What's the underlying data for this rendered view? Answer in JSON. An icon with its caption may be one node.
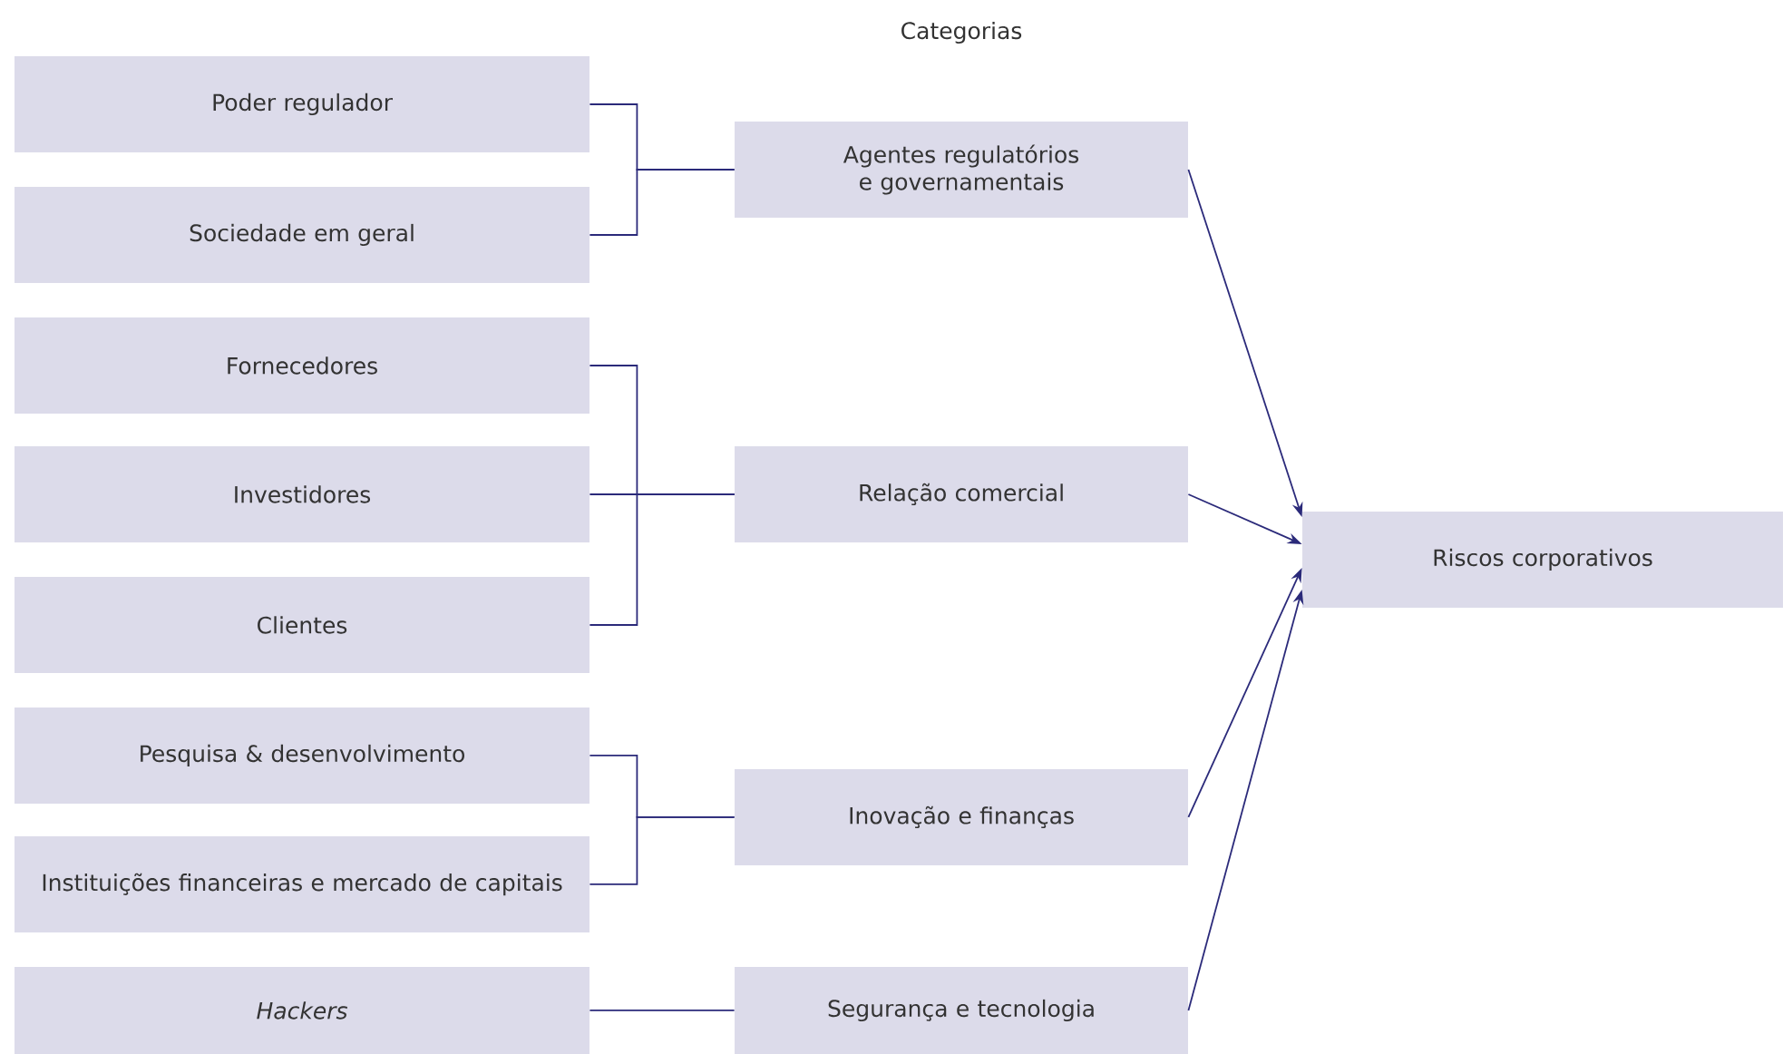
{
  "diagram": {
    "nodes": [
      {
        "text": [
          "Poder regulador"
        ]
      },
      {
        "text": [
          "Sociedade em geral"
        ]
      },
      {
        "text": [
          "Fornecedores"
        ]
      },
      {
        "text": [
          "Investidores"
        ]
      },
      {
        "text": [
          "Clientes"
        ]
      },
      {
        "text": [
          "Pesquisa & desenvolvimento"
        ]
      },
      {
        "text": [
          "Instituições financeiras e mercado de capitais"
        ]
      },
      {
        "text": [
          "Hackers"
        ]
      },
      {
        "text": [
          "Agentes regulatórios e governamentais"
        ]
      },
      {
        "text": [
          "Relação comercial"
        ]
      },
      {
        "text": [
          "Inovação e finanças"
        ]
      },
      {
        "text": [
          "Segurança e tecnologia"
        ]
      },
      {
        "text": [
          "Riscos corporativos"
        ]
      }
    ],
    "edges": [
      {
        "from": 0,
        "to": 8,
        "arrow": "none"
      },
      {
        "from": 1,
        "to": 8,
        "arrow": "none"
      },
      {
        "from": 2,
        "to": 9,
        "arrow": "none"
      },
      {
        "from": 3,
        "to": 9,
        "arrow": "none"
      },
      {
        "from": 4,
        "to": 9,
        "arrow": "none"
      },
      {
        "from": 5,
        "to": 10,
        "arrow": "none"
      },
      {
        "from": 6,
        "to": 10,
        "arrow": "none"
      },
      {
        "from": 7,
        "to": 11,
        "arrow": "none"
      },
      {
        "from": 8,
        "to": 12,
        "arrow": "to"
      },
      {
        "from": 9,
        "to": 12,
        "arrow": "to"
      },
      {
        "from": 10,
        "to": 12,
        "arrow": "to"
      },
      {
        "from": 11,
        "to": 12,
        "arrow": "to"
      }
    ],
    "labels": [
      "Categorias"
    ]
  }
}
